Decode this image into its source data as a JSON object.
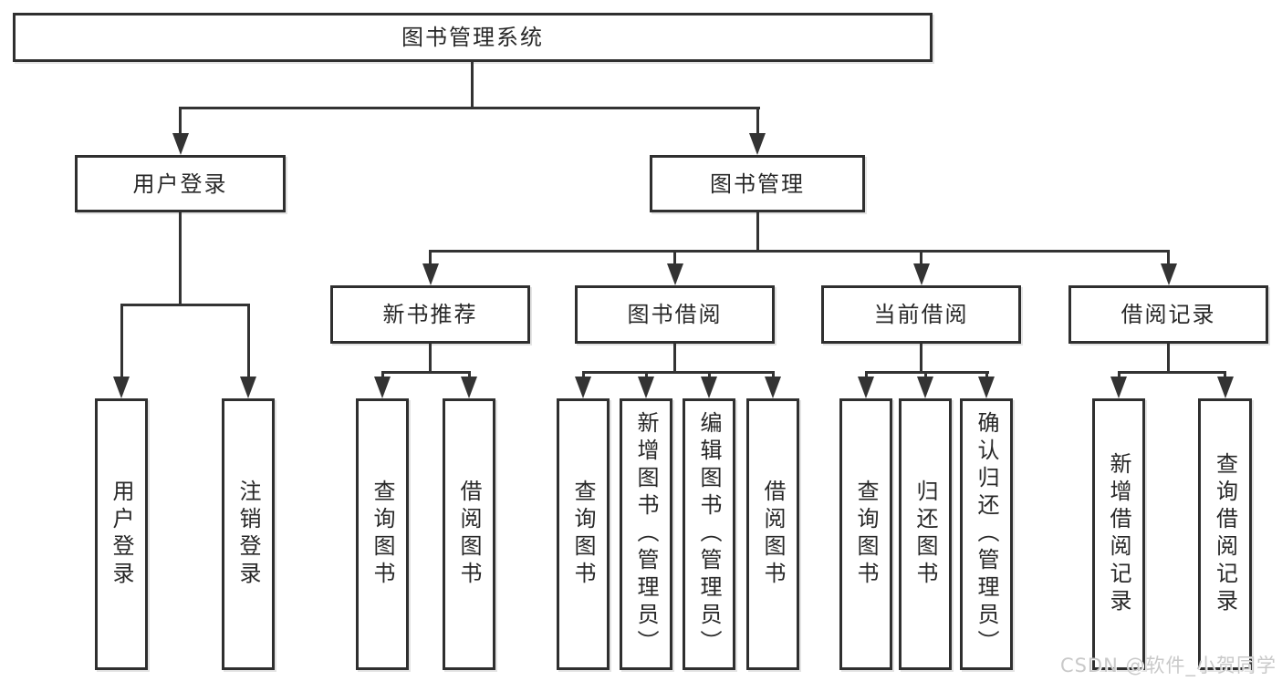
{
  "nodes": {
    "root": {
      "label": "图书管理系统"
    },
    "user_login": {
      "label": "用户登录"
    },
    "book_mgmt": {
      "label": "图书管理"
    },
    "new_book_rec": {
      "label": "新书推荐"
    },
    "book_borrow": {
      "label": "图书借阅"
    },
    "current_borrow": {
      "label": "当前借阅"
    },
    "borrow_records": {
      "label": "借阅记录"
    },
    "leaf_user_login": {
      "label": "用户登录"
    },
    "leaf_logout": {
      "label": "注销登录"
    },
    "leaf_query_book_1": {
      "label": "查询图书"
    },
    "leaf_borrow_book_1": {
      "label": "借阅图书"
    },
    "leaf_query_book_2": {
      "label": "查询图书"
    },
    "leaf_add_book": {
      "label": "新增图书（管理员）"
    },
    "leaf_edit_book": {
      "label": "编辑图书（管理员）"
    },
    "leaf_borrow_book_2": {
      "label": "借阅图书"
    },
    "leaf_query_book_3": {
      "label": "查询图书"
    },
    "leaf_return_book": {
      "label": "归还图书"
    },
    "leaf_confirm_return": {
      "label": "确认归还（管理员）"
    },
    "leaf_add_record": {
      "label": "新增借阅记录"
    },
    "leaf_query_record": {
      "label": "查询借阅记录"
    }
  },
  "watermark": "CSDN @软件_小贺同学",
  "colors": {
    "line": "#333333",
    "border": "#2f2f2f",
    "text": "#282828",
    "background": "#ffffff",
    "watermark": "#c6c6c6"
  }
}
